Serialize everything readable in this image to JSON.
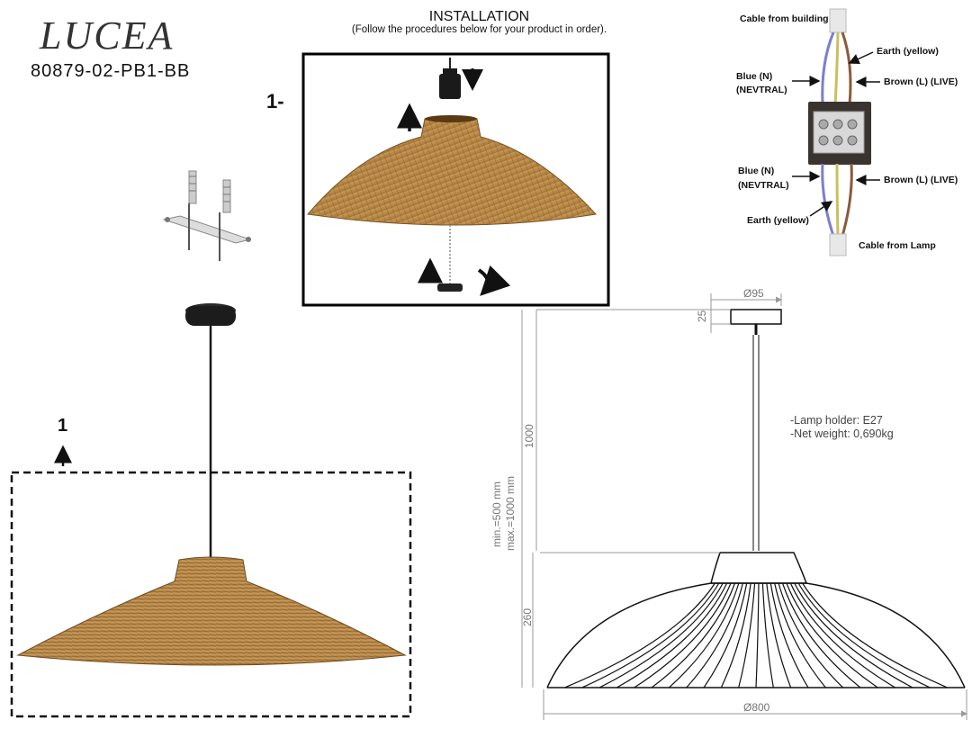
{
  "header": {
    "brand": "LUCEA",
    "product_code": "80879-02-PB1-BB"
  },
  "installation": {
    "title": "INSTALLATION",
    "subtitle": "(Follow the procedures below for your product in order).",
    "step_label": "1-"
  },
  "main_view": {
    "step_label": "1"
  },
  "wiring": {
    "cable_from_building": "Cable from building",
    "earth_top": "Earth (yellow)",
    "blue_top_1": "Blue (N)",
    "blue_top_2": "(NEVTRAL)",
    "brown_top": "Brown (L) (LIVE)",
    "blue_bottom_1": "Blue (N)",
    "blue_bottom_2": "(NEVTRAL)",
    "brown_bottom": "Brown (L) (LIVE)",
    "earth_bottom": "Earth (yellow)",
    "cable_from_lamp": "Cable from Lamp"
  },
  "specs": {
    "lamp_holder": "-Lamp holder: E27",
    "net_weight": "-Net weight: 0,690kg"
  },
  "dimensions": {
    "canopy_diameter": "Ø95",
    "canopy_height": "25",
    "cable_length": "1000",
    "cable_min": "min.=500 mm",
    "cable_max": "max.=1000 mm",
    "shade_height": "260",
    "shade_diameter": "Ø800"
  },
  "colors": {
    "rattan": "#b98a4a",
    "rattan_dark": "#7a5424",
    "blue_wire": "#7a7fd0",
    "brown_wire": "#8a5a3a",
    "earth_wire": "#c8c060"
  }
}
